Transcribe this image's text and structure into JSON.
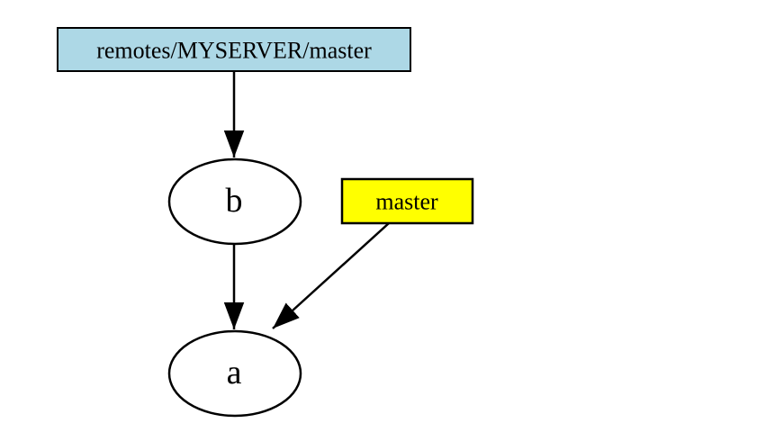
{
  "diagram": {
    "kind": "git-commit-graph",
    "background_color": "#ffffff",
    "edge_color": "#000000",
    "nodes": [
      {
        "id": "remote-ref",
        "label": "remotes/MYSERVER/master",
        "shape": "box",
        "fill": "#add8e6",
        "stroke": "#000000"
      },
      {
        "id": "commit-b",
        "label": "b",
        "shape": "ellipse",
        "fill": "#ffffff",
        "stroke": "#000000"
      },
      {
        "id": "local-ref",
        "label": "master",
        "shape": "box",
        "fill": "#ffff00",
        "stroke": "#000000"
      },
      {
        "id": "commit-a",
        "label": "a",
        "shape": "ellipse",
        "fill": "#ffffff",
        "stroke": "#000000"
      }
    ],
    "edges": [
      {
        "from": "remotes/MYSERVER/master",
        "to": "b"
      },
      {
        "from": "b",
        "to": "a"
      },
      {
        "from": "master",
        "to": "a"
      }
    ]
  }
}
